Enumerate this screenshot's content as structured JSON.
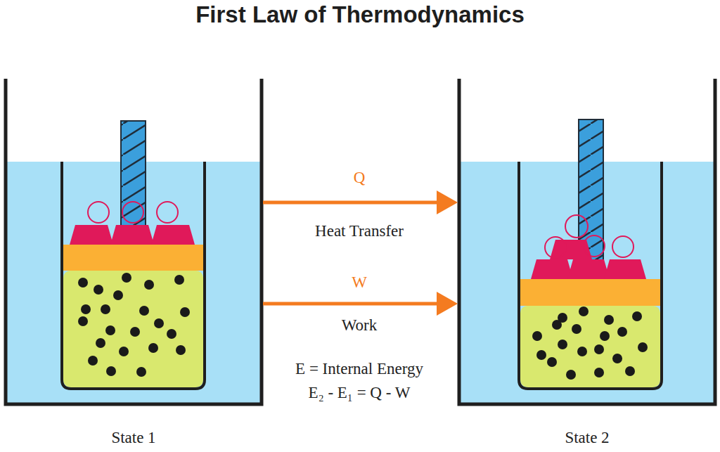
{
  "diagram": {
    "title": "First Law of Thermodynamics",
    "nodes": [
      {
        "text": [
          "State 1"
        ]
      },
      {
        "text": [
          "State 2"
        ]
      }
    ],
    "edges": [
      {
        "from": 0,
        "to": 1,
        "arrow": "to",
        "label": "Q"
      },
      {
        "from": 0,
        "to": 1,
        "arrow": "to",
        "label": "W"
      }
    ],
    "labels": [
      "Heat Transfer",
      "Work",
      "E = Internal Energy",
      "E₂ - E₁ = Q - W"
    ]
  }
}
